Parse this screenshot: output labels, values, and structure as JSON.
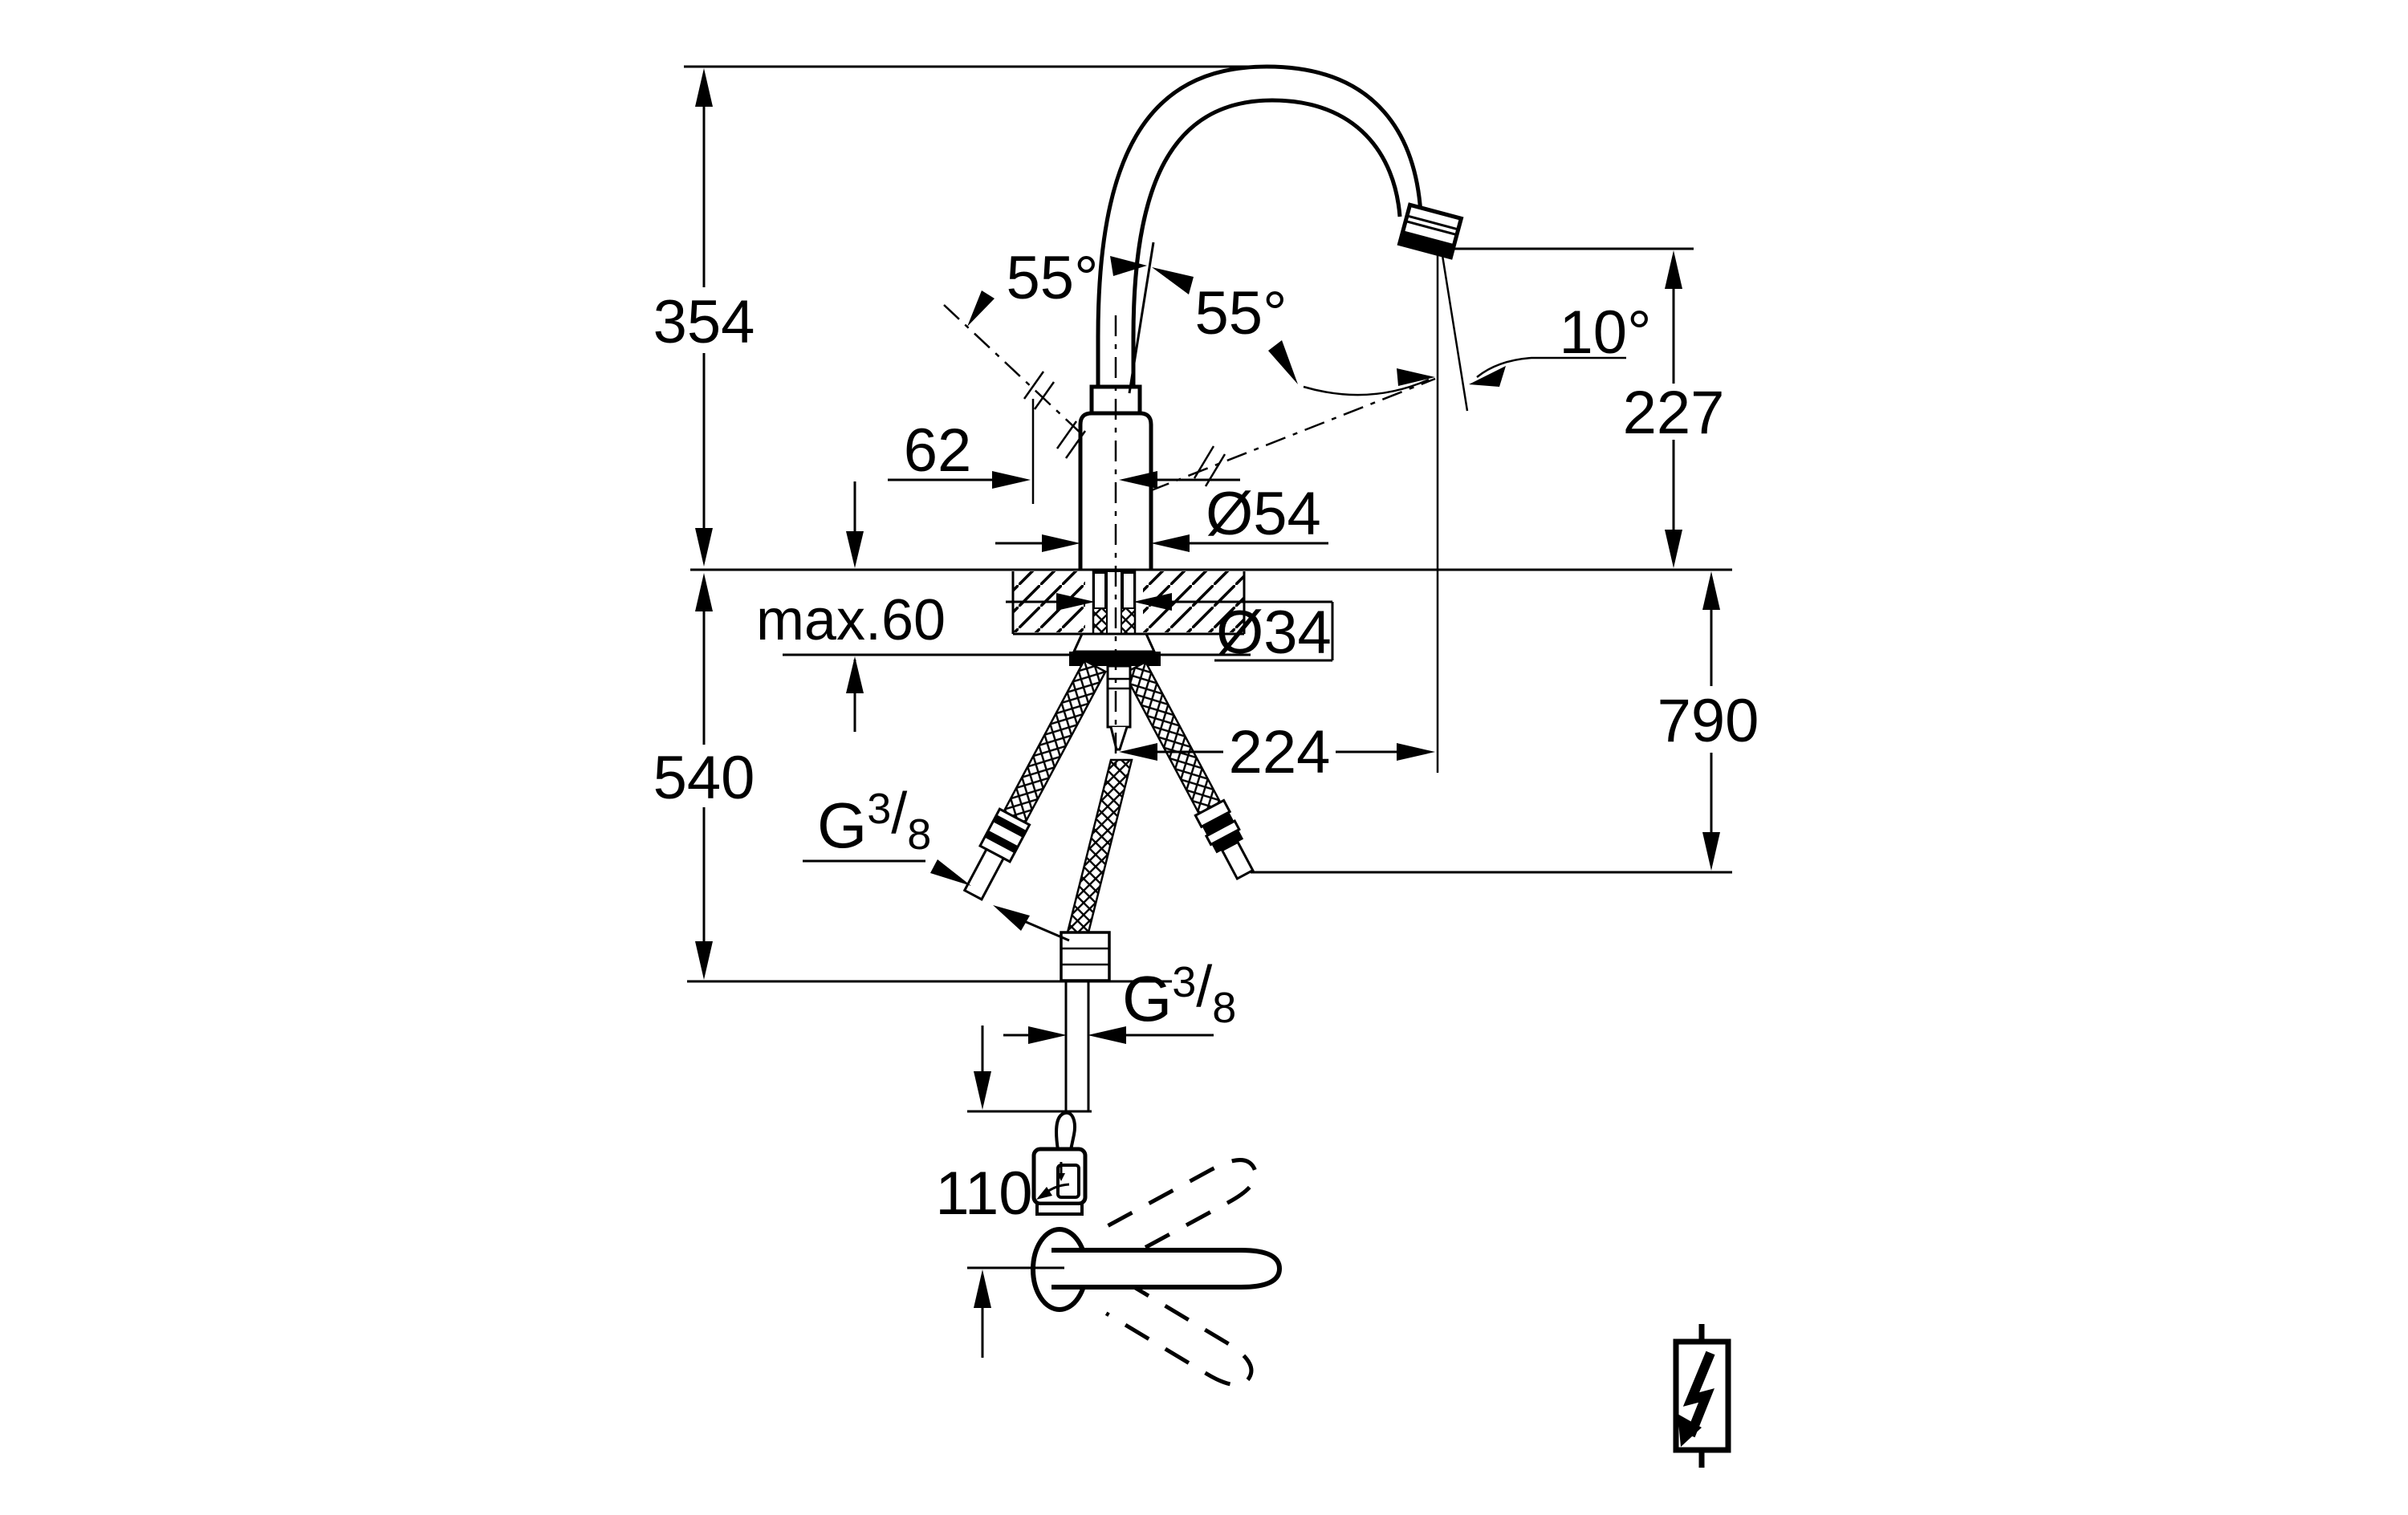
{
  "drawing_labels": {
    "height_overall": "354",
    "depth_below_counter": "540",
    "counter_thickness_max": "max.60",
    "center_offset": "62",
    "body_diameter": "Ø54",
    "hole_diameter": "Ø34",
    "spout_reach": "224",
    "outlet_height": "227",
    "hose_length_below": "790",
    "swivel_angle_left": "55°",
    "swivel_angle_right": "55°",
    "outlet_angle": "10°",
    "handle_height": "110",
    "thread_letter": "G",
    "thread_numerator": "3",
    "thread_fraction_slash": "/",
    "thread_denominator": "8"
  }
}
